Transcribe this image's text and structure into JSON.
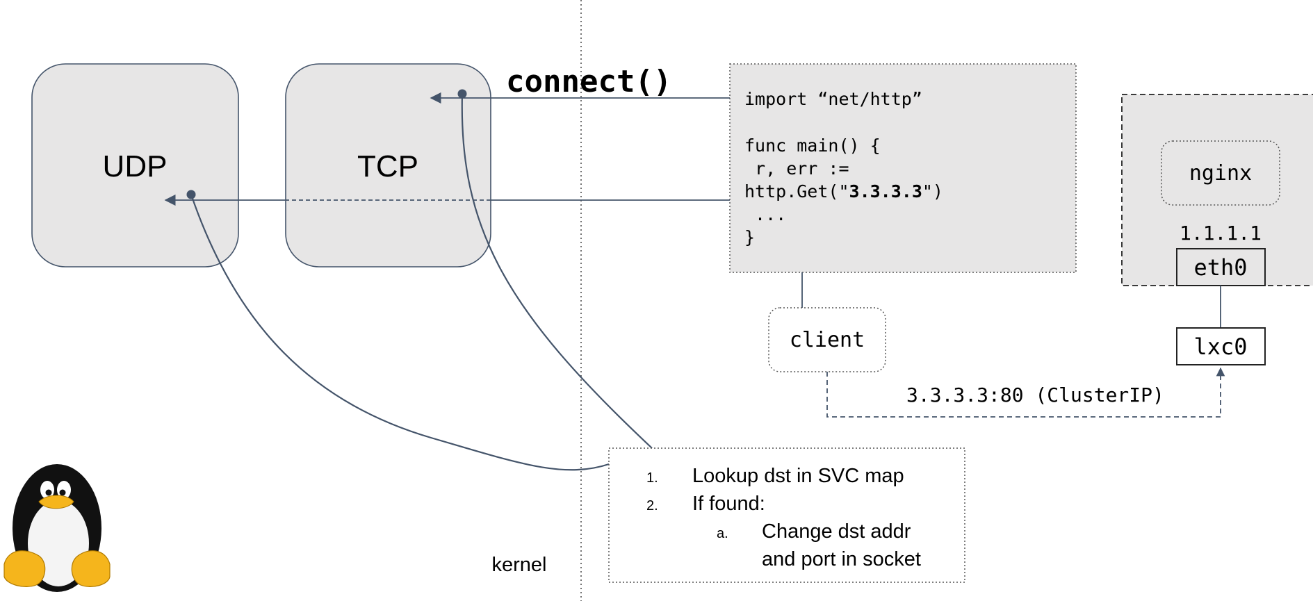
{
  "protocols": {
    "udp": "UDP",
    "tcp": "TCP"
  },
  "syscall": "connect()",
  "code": {
    "line1": "import “net/http”",
    "line2": "func main() {",
    "line3": " r, err :=",
    "line4_prefix": "http.Get(\"",
    "line4_bold": "3.3.3.3",
    "line4_suffix": "\")",
    "line5": " ...",
    "line6": "}"
  },
  "client_label": "client",
  "container": {
    "app": "nginx",
    "ip": "1.1.1.1",
    "interface": "eth0",
    "veth": "lxc0"
  },
  "cluster_ip": "3.3.3.3:80 (ClusterIP)",
  "steps": {
    "step1_num": "1.",
    "step1_text": "Lookup dst in SVC map",
    "step2_num": "2.",
    "step2_text": "If found:",
    "step2a_num": "a.",
    "step2a_line1": "Change dst addr",
    "step2a_line2": "and port in socket"
  },
  "kernel_label": "kernel",
  "logo": "linux-tux",
  "colors": {
    "line": "#44546a",
    "box_fill": "#e7e6e6",
    "text": "#000000",
    "tux_yellow": "#f5b51c"
  }
}
